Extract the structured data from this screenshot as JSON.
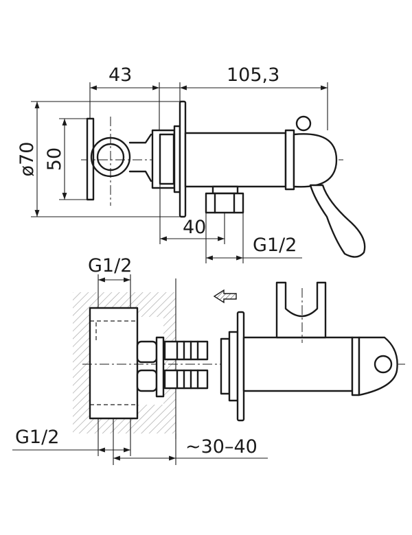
{
  "dimensions": {
    "width_43": "43",
    "width_105": "105,3",
    "diameter_70": "ø70",
    "height_50": "50",
    "depth_40": "40",
    "thread_top_right": "G1/2",
    "thread_lower_top": "G1/2",
    "thread_lower_left": "G1/2",
    "approx_30_40": "~30–40"
  },
  "colors": {
    "line": "#1a1a1a",
    "hatch": "#aaaaaa",
    "background": "#ffffff"
  },
  "icons": {
    "insertion_arrow": "hatched-left-arrow"
  }
}
